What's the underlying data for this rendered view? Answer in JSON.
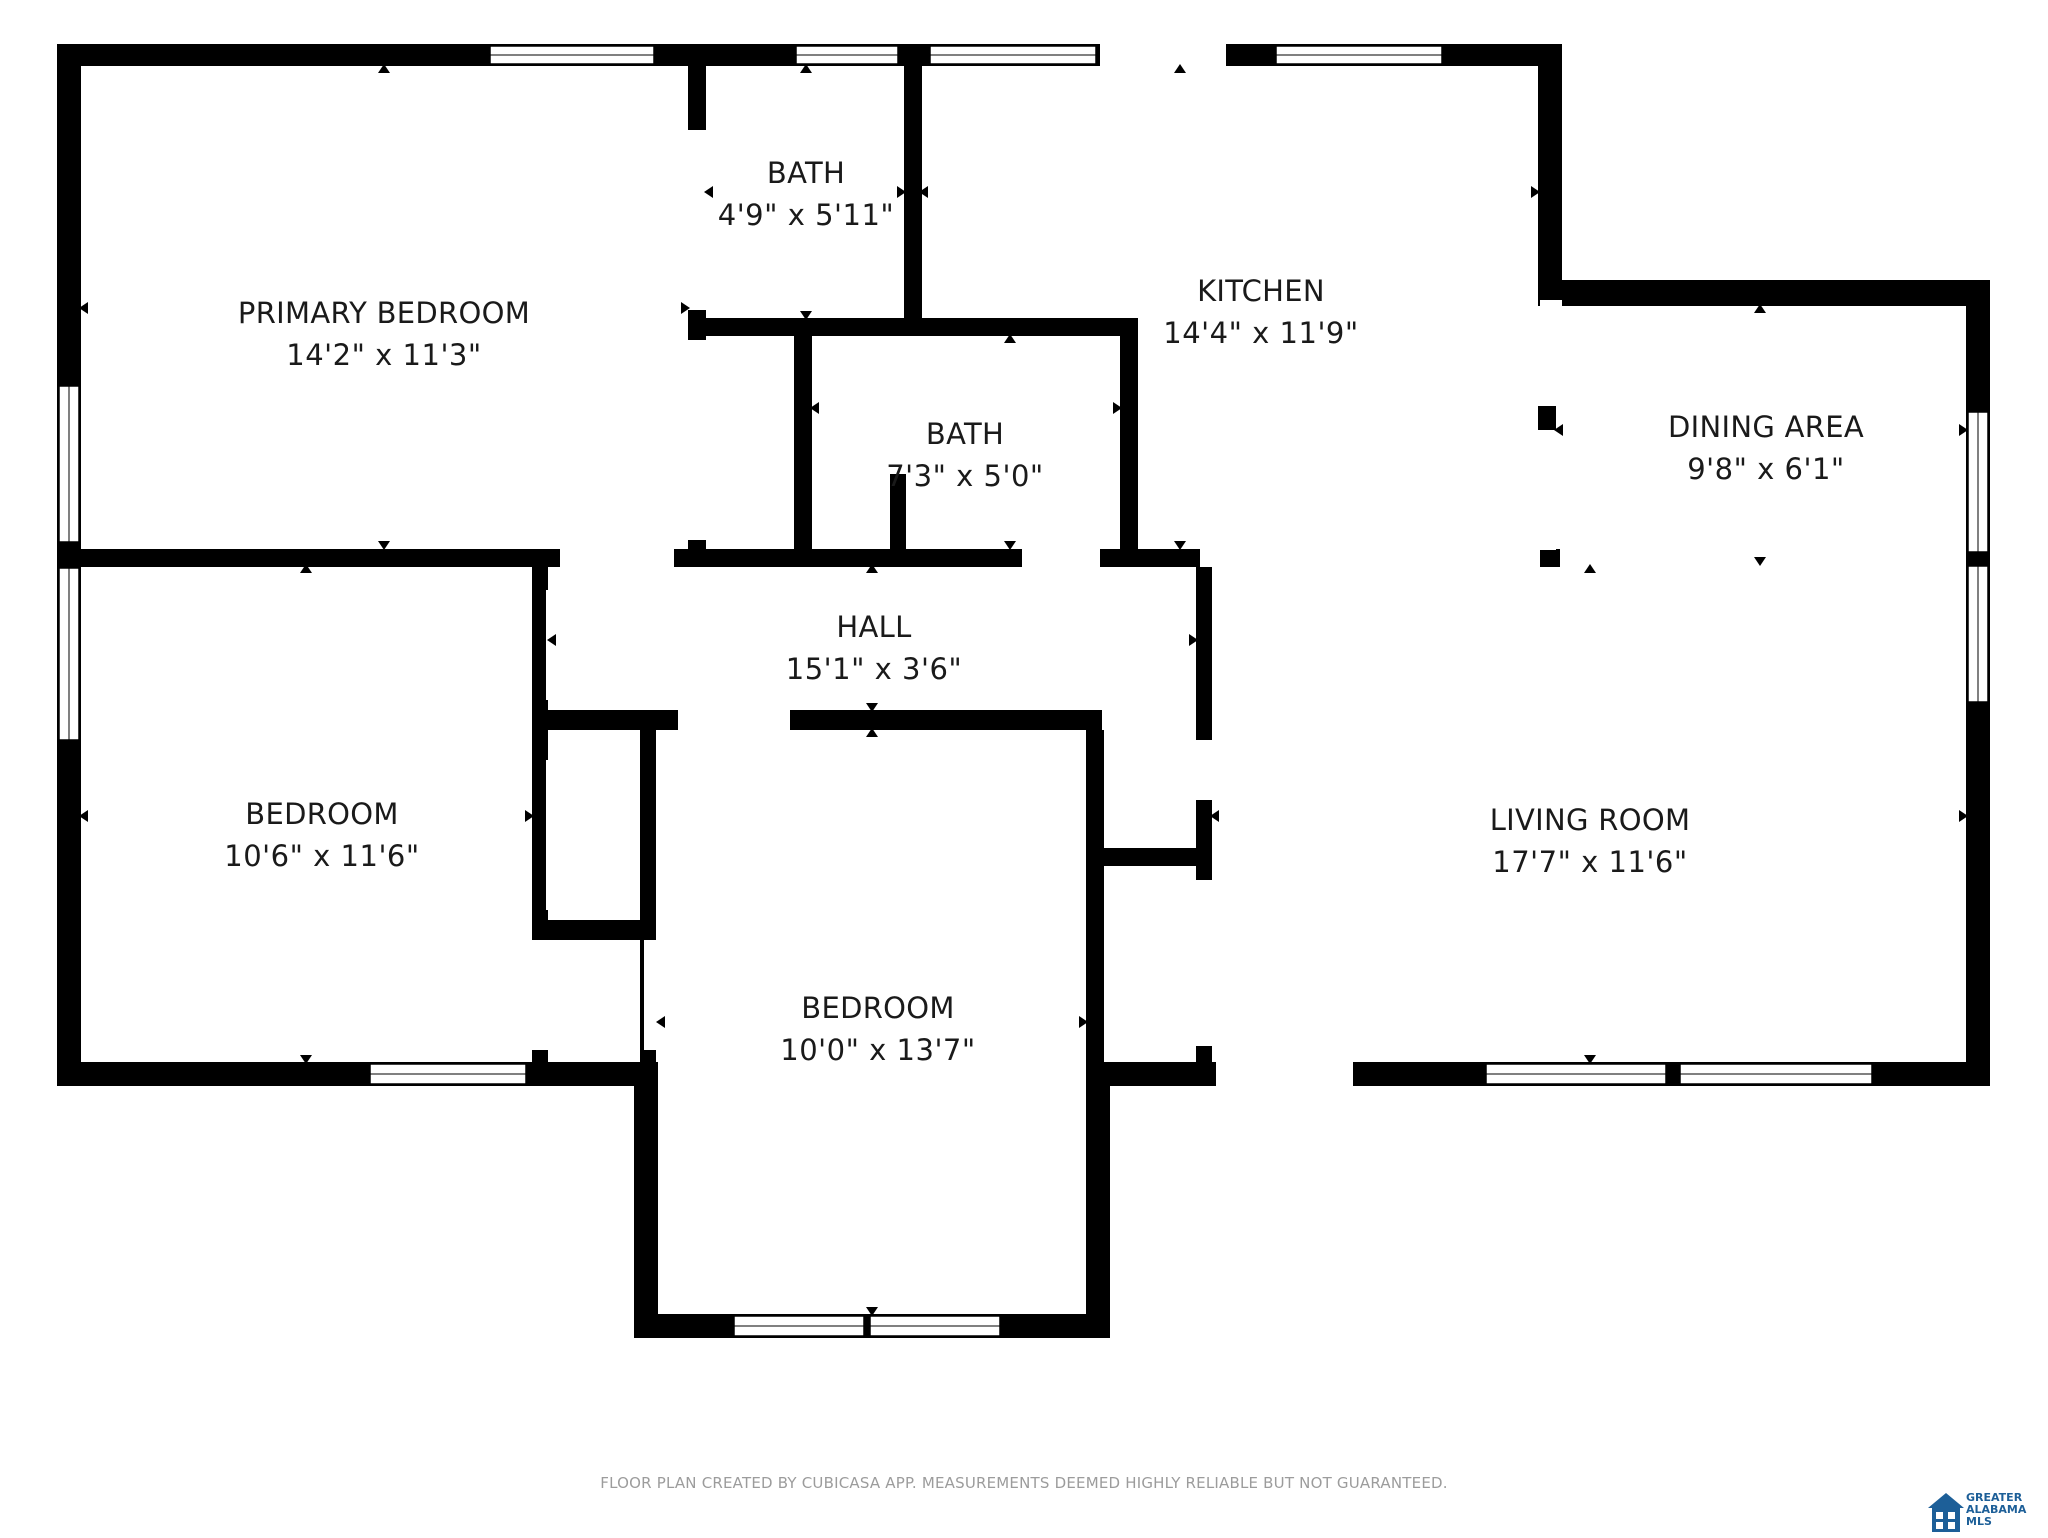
{
  "rooms": {
    "primary_bedroom": {
      "name": "PRIMARY BEDROOM",
      "dim": "14'2\" x 11'3\""
    },
    "bath_1": {
      "name": "BATH",
      "dim": "4'9\" x 5'11\""
    },
    "kitchen": {
      "name": "KITCHEN",
      "dim": "14'4\" x 11'9\""
    },
    "bath_2": {
      "name": "BATH",
      "dim": "7'3\" x 5'0\""
    },
    "dining_area": {
      "name": "DINING AREA",
      "dim": "9'8\" x 6'1\""
    },
    "hall": {
      "name": "HALL",
      "dim": "15'1\" x 3'6\""
    },
    "bedroom_west": {
      "name": "BEDROOM",
      "dim": "10'6\" x 11'6\""
    },
    "living_room": {
      "name": "LIVING ROOM",
      "dim": "17'7\" x 11'6\""
    },
    "bedroom_south": {
      "name": "BEDROOM",
      "dim": "10'0\" x 13'7\""
    }
  },
  "footer": {
    "note": "FLOOR PLAN CREATED BY CUBICASA APP. MEASUREMENTS DEEMED HIGHLY RELIABLE BUT NOT GUARANTEED."
  },
  "logo": {
    "line1": "GREATER",
    "line2": "ALABAMA",
    "line3": "MLS",
    "color": "#1d5f98"
  },
  "colors": {
    "wall": "#000000",
    "background": "#ffffff",
    "text": "#1a1a1a"
  }
}
